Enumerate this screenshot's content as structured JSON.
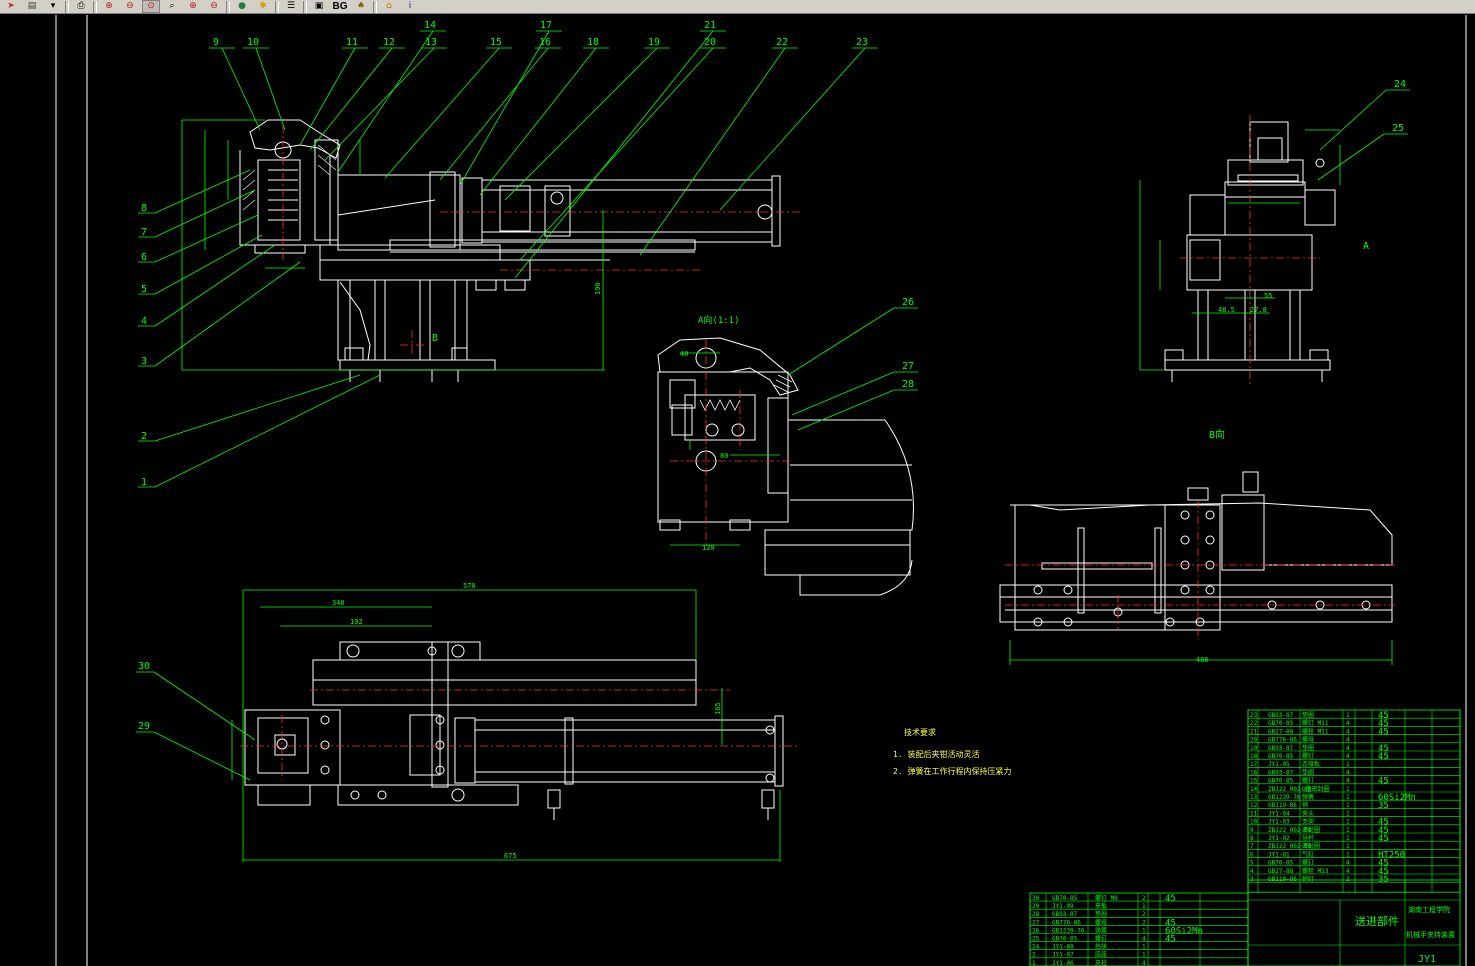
{
  "toolbar": {
    "buttons": [
      {
        "name": "arrow-tool-icon",
        "glyph": "➤",
        "color": "#c03030"
      },
      {
        "name": "open-file-icon",
        "glyph": "▤",
        "color": "#404040"
      },
      {
        "name": "dropdown-arrow-icon",
        "glyph": "▾",
        "color": "#000000"
      },
      {
        "name": "print-icon",
        "glyph": "⎙",
        "color": "#000000"
      },
      {
        "name": "zoom-in-icon",
        "glyph": "⊕",
        "color": "#b02020"
      },
      {
        "name": "zoom-out-icon",
        "glyph": "⊖",
        "color": "#b02020"
      },
      {
        "name": "zoom-window-icon",
        "glyph": "⊙",
        "color": "#b02020"
      },
      {
        "name": "zoom-realtime-icon",
        "glyph": "⌕",
        "color": "#000000"
      },
      {
        "name": "zoom-extents-icon",
        "glyph": "⊕",
        "color": "#b02020"
      },
      {
        "name": "zoom-previous-icon",
        "glyph": "⊖",
        "color": "#b02020"
      },
      {
        "name": "globe-icon",
        "glyph": "●",
        "color": "#208040"
      },
      {
        "name": "highlight-icon",
        "glyph": "✱",
        "color": "#d0a000"
      },
      {
        "name": "layers-icon",
        "glyph": "☰",
        "color": "#000000"
      },
      {
        "name": "copy-icon",
        "glyph": "▣",
        "color": "#000000"
      },
      {
        "name": "bell-icon",
        "glyph": "♠",
        "color": "#806000"
      },
      {
        "name": "home-icon",
        "glyph": "⌂",
        "color": "#c08000"
      },
      {
        "name": "info-icon",
        "glyph": "i",
        "color": "#1030a0"
      }
    ],
    "bg_label": "BG"
  },
  "drawing": {
    "colors": {
      "line": "#ffffff",
      "dim": "#00ff00",
      "center": "#ff3030",
      "cyan": "#00e0ff",
      "yellow": "#ffff40"
    },
    "balloons_left": [
      "8",
      "7",
      "6",
      "5",
      "4",
      "3",
      "2",
      "1"
    ],
    "balloons_top": [
      "9",
      "10",
      "11",
      "12",
      "13",
      "14",
      "15",
      "16",
      "17",
      "18",
      "19",
      "20",
      "21",
      "22",
      "23"
    ],
    "balloons_right": [
      "24",
      "25",
      "26",
      "27",
      "28"
    ],
    "balloons_bottom": [
      "30",
      "29"
    ],
    "view_a_label": "A向(1:1)",
    "view_b_label": "B向",
    "arrow_a": "A",
    "arrow_b": "B",
    "dims": {
      "overall_bottom": "675",
      "top_570": "570",
      "dim_340": "340",
      "dim_192": "192",
      "dim_190": "190",
      "dim_460": "460",
      "dim_485": "48.5",
      "dim_278": "27.8",
      "dim_55": "55",
      "dim_40": "40",
      "dim_80": "80",
      "dim_120": "120",
      "dim_165": "165"
    },
    "tech_requirements": {
      "title": "技术要求",
      "items": [
        "1. 装配后夹钳活动灵活",
        "2. 弹簧在工作行程内保持压紧力"
      ]
    },
    "title_block": {
      "name": "送进部件",
      "sub": "机械手夹持装置",
      "drawing_no": "JY1",
      "school": "湖南工程学院"
    },
    "bom_main": [
      [
        "23",
        "GB93-87",
        "垫圈",
        "1",
        "45"
      ],
      [
        "22",
        "GB70-85",
        "螺钉 M11",
        "4",
        "45"
      ],
      [
        "21",
        "GB27-88",
        "螺栓 M11",
        "4",
        "45"
      ],
      [
        "20",
        "GB776-86",
        "螺母",
        "4",
        ""
      ],
      [
        "19",
        "GB93-87",
        "垫圈",
        "4",
        "45"
      ],
      [
        "18",
        "GB70-85",
        "螺钉",
        "4",
        "45"
      ],
      [
        "17",
        "JY1-05",
        "连接板",
        "1",
        ""
      ],
      [
        "16",
        "GB93-87",
        "垫圈",
        "4",
        ""
      ],
      [
        "15",
        "GB70-85",
        "螺钉",
        "4",
        "45"
      ],
      [
        "14",
        "ZBJ22 002-88",
        "O型密封圈",
        "1",
        ""
      ],
      [
        "13",
        "GB1239-76",
        "弹簧",
        "1",
        "60Si2Mn"
      ],
      [
        "12",
        "GB119-86",
        "销",
        "1",
        "35"
      ],
      [
        "11",
        "JY1-04",
        "夹头",
        "1",
        ""
      ],
      [
        "10",
        "JY1-03",
        "支架",
        "1",
        "45"
      ],
      [
        "9",
        "ZBJ22 002-88",
        "密封圈",
        "1",
        "45"
      ],
      [
        "8",
        "JY1-02",
        "导杆",
        "1",
        "45"
      ],
      [
        "7",
        "ZBJ22 002-88",
        "密封圈",
        "1",
        ""
      ],
      [
        "6",
        "JY1-01",
        "气缸",
        "1",
        "HT250"
      ],
      [
        "5",
        "GB70-85",
        "螺钉",
        "4",
        "45"
      ],
      [
        "4",
        "GB27-88",
        "螺栓 M13",
        "4",
        "45"
      ],
      [
        "3",
        "GB119-86",
        "销钉",
        "2",
        "35"
      ]
    ],
    "bom_bottom": [
      [
        "30",
        "GB70-85",
        "螺钉 M8",
        "2",
        "45"
      ],
      [
        "29",
        "JY1-09",
        "夹板",
        "1",
        ""
      ],
      [
        "28",
        "GB93-87",
        "垫圈",
        "2",
        ""
      ],
      [
        "27",
        "GB776-86",
        "螺母",
        "2",
        "45"
      ],
      [
        "26",
        "GB1239-76",
        "弹簧",
        "1",
        "60Si2Mn"
      ],
      [
        "25",
        "GB70-85",
        "螺钉",
        "4",
        "45"
      ],
      [
        "24",
        "JY1-08",
        "挡块",
        "1",
        ""
      ],
      [
        "2",
        "JY1-07",
        "底座",
        "1",
        ""
      ],
      [
        "1",
        "JY1-06",
        "支柱",
        "4",
        ""
      ]
    ]
  }
}
